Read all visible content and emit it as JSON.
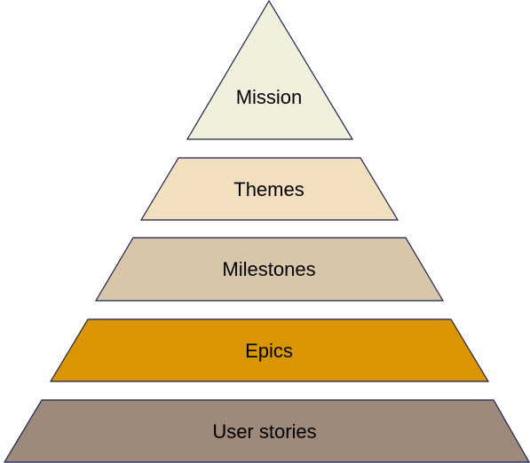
{
  "pyramid": {
    "levels": [
      {
        "label": "Mission",
        "fill": "#f0f0dc"
      },
      {
        "label": "Themes",
        "fill": "#f2dfbf"
      },
      {
        "label": "Milestones",
        "fill": "#d8c6a8"
      },
      {
        "label": "Epics",
        "fill": "#d99600"
      },
      {
        "label": "User stories",
        "fill": "#9d8a7b"
      }
    ],
    "stroke": "#1c1f4d"
  }
}
